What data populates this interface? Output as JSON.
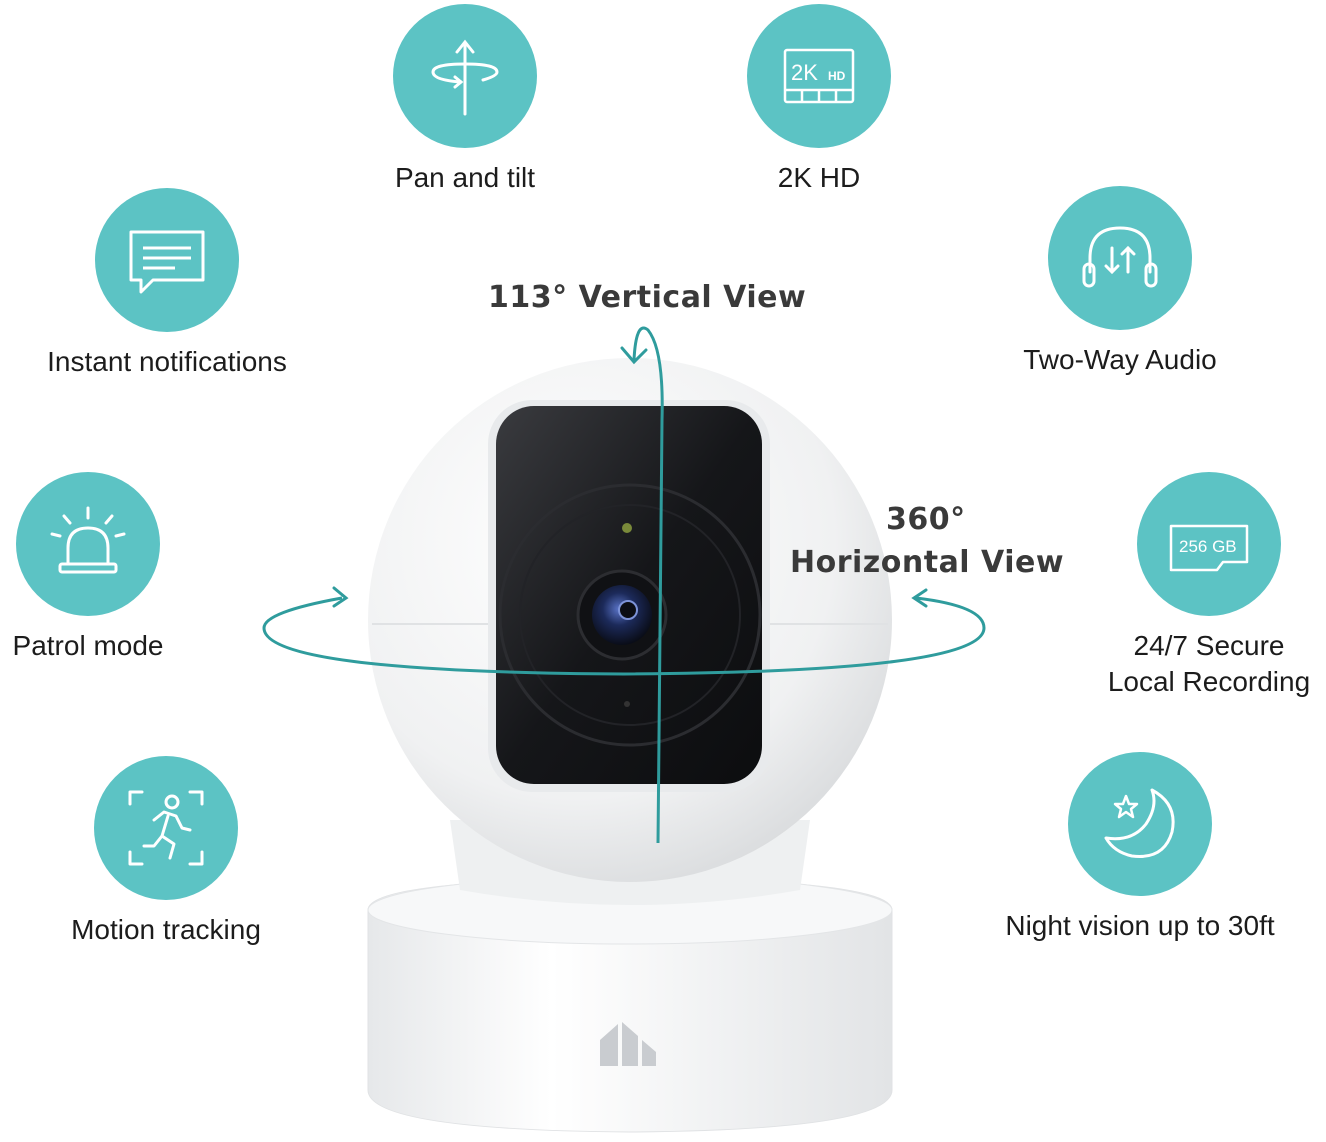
{
  "features": [
    {
      "label": "Pan and tilt",
      "icon": "pan-tilt-icon"
    },
    {
      "label": "2K HD",
      "icon": "2k-hd-icon",
      "icon_text_main": "2K",
      "icon_text_sub": "HD"
    },
    {
      "label": "Instant notifications",
      "icon": "message-icon"
    },
    {
      "label": "Two-Way Audio",
      "icon": "headphones-icon"
    },
    {
      "label": "Patrol mode",
      "icon": "alarm-light-icon"
    },
    {
      "label": "24/7 Secure",
      "label2": "Local Recording",
      "icon": "sd-card-icon",
      "icon_text": "256 GB"
    },
    {
      "label": "Motion tracking",
      "icon": "running-person-icon"
    },
    {
      "label": "Night vision up to 30ft",
      "icon": "moon-star-icon"
    }
  ],
  "vertical_view": "113° Vertical View",
  "horizontal_view_line1": "360°",
  "horizontal_view_line2": "Horizontal View",
  "colors": {
    "accent": "#5cc3c4",
    "camera_body": "#f2f3f4",
    "lens_panel": "#1b1c1f"
  }
}
